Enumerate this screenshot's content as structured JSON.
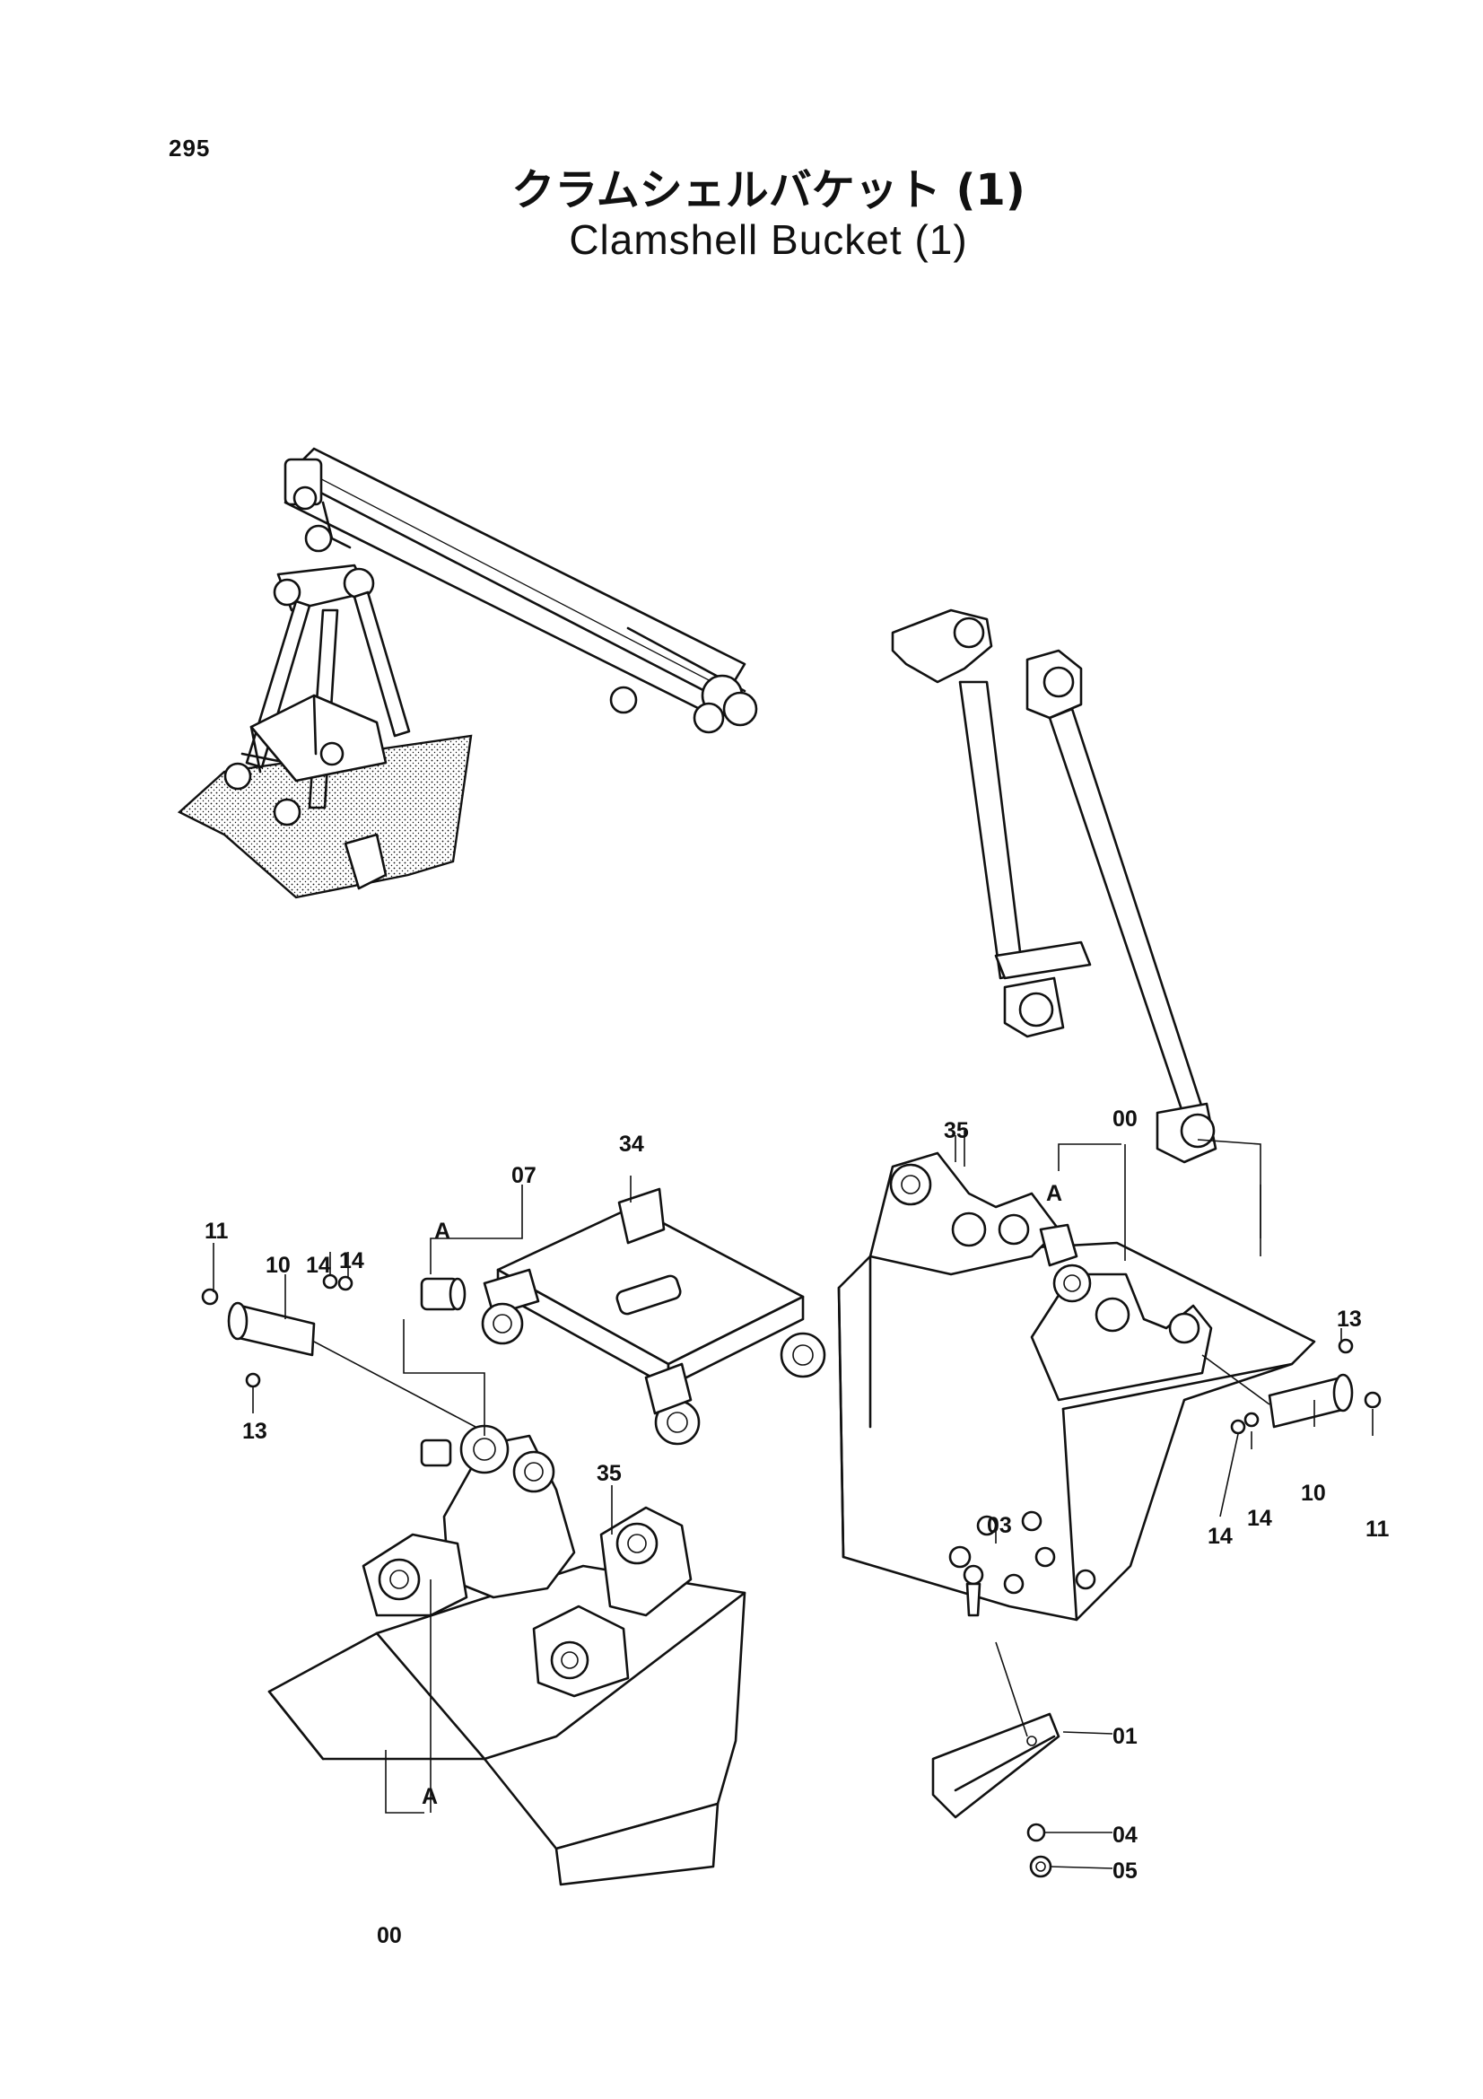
{
  "page": {
    "number": "295",
    "title_jp": "クラムシェルバケット (1)",
    "title_en": "Clamshell Bucket (1)"
  },
  "callouts": {
    "c00_left": "00",
    "c00_right": "00",
    "c01": "01",
    "c03": "03",
    "c04": "04",
    "c05": "05",
    "c07": "07",
    "c10_left": "10",
    "c10_right": "10",
    "c11_left": "11",
    "c11_right": "11",
    "c13_left": "13",
    "c13_right": "13",
    "c14_left_a": "14",
    "c14_left_b": "14",
    "c14_right_a": "14",
    "c14_right_b": "14",
    "c34": "34",
    "c35_left": "35",
    "c35_right": "35",
    "ref_a_1": "A",
    "ref_a_2": "A",
    "ref_a_3": "A"
  },
  "figures": {
    "overview": "clamshell-machine-overview",
    "link": "bucket-link-arm",
    "yoke": "yoke-assembly",
    "left_shell": "left-bucket-shell",
    "right_shell": "right-bucket-shell",
    "tooth": "bucket-tooth"
  }
}
